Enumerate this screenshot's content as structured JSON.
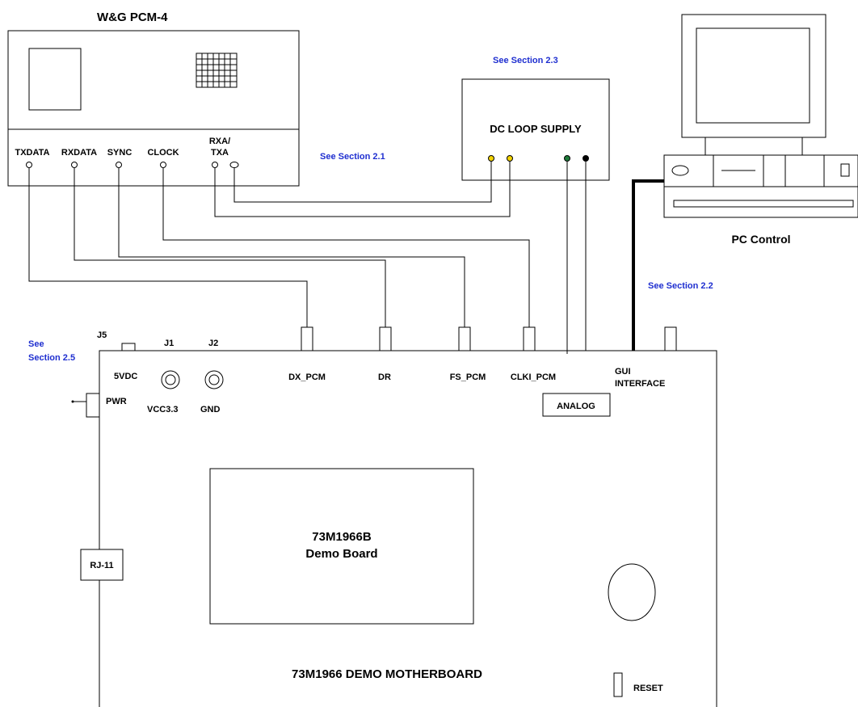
{
  "wg": {
    "title": "W&G  PCM-4",
    "pins": [
      "TXDATA",
      "RXDATA",
      "SYNC",
      "CLOCK"
    ],
    "rx_line1": "RXA/",
    "rx_line2": "TXA"
  },
  "see_sections": {
    "s21": "See Section 2.1",
    "s22": "See Section 2.2",
    "s23": "See Section 2.3",
    "s25_line1": "See",
    "s25_line2": "Section 2.5"
  },
  "dc_loop": {
    "label": "DC LOOP SUPPLY",
    "led_colors": [
      "#f2d200",
      "#f2d200",
      "#1f7a3a",
      "#000000"
    ]
  },
  "pc": {
    "label": "PC Control"
  },
  "motherboard": {
    "title": "73M1966 DEMO MOTHERBOARD",
    "j5": "J5",
    "j1": "J1",
    "j2": "J2",
    "vdc": "5VDC",
    "pwr": "PWR",
    "vcc": "VCC3.3",
    "gnd": "GND",
    "dx_pcm": "DX_PCM",
    "dr": "DR",
    "fs_pcm": "FS_PCM",
    "clki_pcm": "CLKI_PCM",
    "analog": "ANALOG",
    "gui_line1": "GUI",
    "gui_line2": "INTERFACE",
    "rj11": "RJ-11",
    "reset": "RESET"
  },
  "demo_board": {
    "line1": "73M1966B",
    "line2": "Demo Board"
  }
}
